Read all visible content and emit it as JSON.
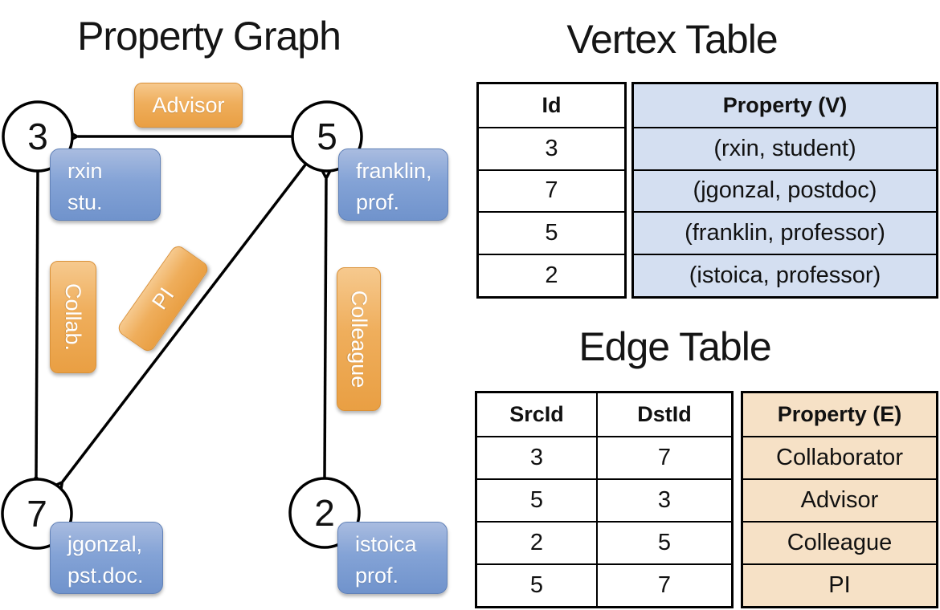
{
  "graph": {
    "title": "Property Graph",
    "nodes": [
      {
        "id": "3"
      },
      {
        "id": "5"
      },
      {
        "id": "7"
      },
      {
        "id": "2"
      }
    ],
    "vertex_boxes": [
      {
        "line1": "rxin",
        "line2": "stu."
      },
      {
        "line1": "franklin,",
        "line2": "prof."
      },
      {
        "line1": "jgonzal,",
        "line2": "pst.doc."
      },
      {
        "line1": "istoica",
        "line2": "prof."
      }
    ],
    "edge_labels": {
      "advisor": "Advisor",
      "collab": "Collab.",
      "pi": "PI",
      "colleague": "Colleague"
    }
  },
  "vertex_table": {
    "title": "Vertex Table",
    "id_header": "Id",
    "property_header": "Property (V)",
    "rows": [
      {
        "id": "3",
        "property": "(rxin, student)"
      },
      {
        "id": "7",
        "property": "(jgonzal, postdoc)"
      },
      {
        "id": "5",
        "property": "(franklin, professor)"
      },
      {
        "id": "2",
        "property": "(istoica, professor)"
      }
    ]
  },
  "edge_table": {
    "title": "Edge Table",
    "src_header": "SrcId",
    "dst_header": "DstId",
    "property_header": "Property (E)",
    "rows": [
      {
        "src": "3",
        "dst": "7",
        "property": "Collaborator"
      },
      {
        "src": "5",
        "dst": "3",
        "property": "Advisor"
      },
      {
        "src": "2",
        "dst": "5",
        "property": "Colleague"
      },
      {
        "src": "5",
        "dst": "7",
        "property": "PI"
      }
    ]
  },
  "colors": {
    "edge_accent_orange": "#ECA44E",
    "vertex_accent_blue": "#7E9FD4",
    "vertex_cell_bg": "#D4DFF1",
    "edge_cell_bg": "#F6E1C6",
    "line_black": "#000000"
  }
}
